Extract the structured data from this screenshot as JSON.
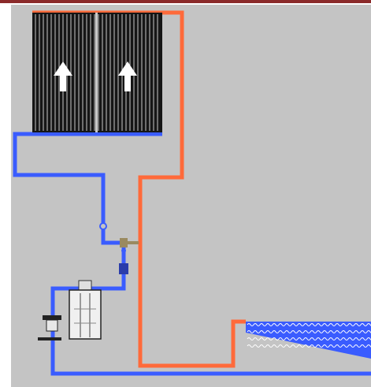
{
  "title": "",
  "colors": {
    "frame_bar": "#8b2a2a",
    "background": "#c4c4c4",
    "hot_pipe": "#ff6a3a",
    "cold_pipe": "#3a5cff",
    "collector_body": "#161616",
    "collector_stripe": "#c8c8c8",
    "collector_arrow": "#ffffff",
    "pool_water": "#3a5cff",
    "valve": "#9a8a60"
  },
  "icons": {
    "collector": "solar-collector-icon",
    "flow_arrow": "flow-up-arrow-icon",
    "pump_valve": "pump-valve-icon",
    "filter": "filter-tank-icon",
    "pump_stand": "pump-stand-icon",
    "pool": "pool-icon"
  },
  "components": [
    {
      "id": "solar-collector-left",
      "label": ""
    },
    {
      "id": "solar-collector-right",
      "label": ""
    },
    {
      "id": "filter-tank",
      "label": ""
    },
    {
      "id": "pump",
      "label": ""
    },
    {
      "id": "swimming-pool",
      "label": ""
    }
  ]
}
